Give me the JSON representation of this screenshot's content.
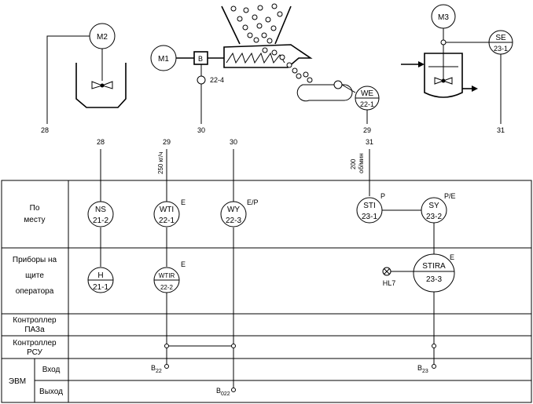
{
  "equipment": {
    "motor_m2": "M2",
    "motor_m1": "M1",
    "motor_m3": "M3",
    "block_b": "B",
    "sensor_22_4": "22-4",
    "weigher": {
      "tag": "WE",
      "num": "22-1"
    },
    "speed_sensor": {
      "tag": "SE",
      "num": "23-1"
    }
  },
  "line_numbers": {
    "top_28": "28",
    "top_30": "30",
    "top_29": "29",
    "top_31": "31",
    "mid_28": "28",
    "mid_29": "29",
    "mid_30": "30",
    "mid_31": "31"
  },
  "signal_ranges": {
    "wt": "250 кг/ч",
    "st_line1": "200",
    "st_line2": "об/мин"
  },
  "rows": {
    "local_line1": "По",
    "local_line2": "месту",
    "panel_line1": "Приборы на",
    "panel_line2": "щите",
    "panel_line3": "оператора",
    "paz_line1": "Контроллер",
    "paz_line2": "ПАЗа",
    "rsu_line1": "Контроллер",
    "rsu_line2": "РСУ",
    "evm": "ЭВМ",
    "input": "Вход",
    "output": "Выход"
  },
  "instruments": {
    "ns": {
      "tag": "NS",
      "num": "21-2"
    },
    "wti": {
      "tag": "WTI",
      "num": "22-1",
      "sup": "E"
    },
    "wy": {
      "tag": "WY",
      "num": "22-3",
      "sup": "E/P"
    },
    "sti": {
      "tag": "STI",
      "num": "23-1",
      "sup": "P"
    },
    "sy": {
      "tag": "SY",
      "num": "23-2",
      "sup": "P/E"
    },
    "h": {
      "tag": "H",
      "num": "21-1"
    },
    "wtir": {
      "tag": "WTIR",
      "num": "22-2",
      "sup": "E"
    },
    "stira": {
      "tag": "STIRA",
      "num": "23-3",
      "sup": "E"
    },
    "hl7": "HL7"
  },
  "io": {
    "b22_main": "B",
    "b22_sub": "22",
    "b022_main": "B",
    "b022_sub": "022",
    "b23_main": "B",
    "b23_sub": "23"
  }
}
